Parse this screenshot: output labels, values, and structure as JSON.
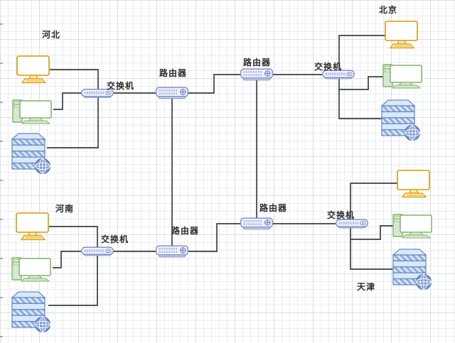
{
  "diagram": {
    "type": "network-topology",
    "regions": {
      "hebei": {
        "label": "河北"
      },
      "beijing": {
        "label": "北京"
      },
      "henan": {
        "label": "河南"
      },
      "tianjin": {
        "label": "天津"
      }
    },
    "devices": {
      "switch_label": "交换机",
      "router_label": "路由器",
      "node_kinds": [
        "monitor",
        "desktop-pc",
        "server-with-globe",
        "switch",
        "router"
      ]
    },
    "topology": {
      "edges": [
        "hebei-monitor — hebei-switch",
        "hebei-desktop — hebei-switch",
        "hebei-server — hebei-switch",
        "hebei-switch — router-nw",
        "router-nw — router-ne",
        "router-nw — router-sw",
        "router-ne — beijing-switch",
        "router-ne — router-se",
        "beijing-switch — beijing-monitor",
        "beijing-switch — beijing-desktop",
        "beijing-switch — beijing-server",
        "henan-monitor — henan-switch",
        "henan-desktop — henan-switch",
        "henan-server — henan-switch",
        "henan-switch — router-sw",
        "router-sw — router-se",
        "router-se — tianjin-switch",
        "tianjin-switch — tianjin-monitor",
        "tianjin-switch — tianjin-desktop",
        "tianjin-switch — tianjin-server"
      ]
    },
    "colors": {
      "connector": "#3f3f3f",
      "monitor_stroke": "#d79b00",
      "monitor_fill": "#ffe9b3",
      "desktop_stroke": "#82b366",
      "desktop_fill": "#d5e8d4",
      "server_stroke": "#6c8ebf",
      "server_fill": "#dae8fc",
      "server_hatch": "#8fabdc",
      "globe_fill": "#7e99d4",
      "network_device_stroke": "#7b86c8",
      "network_device_fill": "#f4f5fb",
      "network_device_ports": "#b9c2e6",
      "grid_minor": "#e9edf0",
      "grid_major": "#d9dfe4"
    }
  }
}
